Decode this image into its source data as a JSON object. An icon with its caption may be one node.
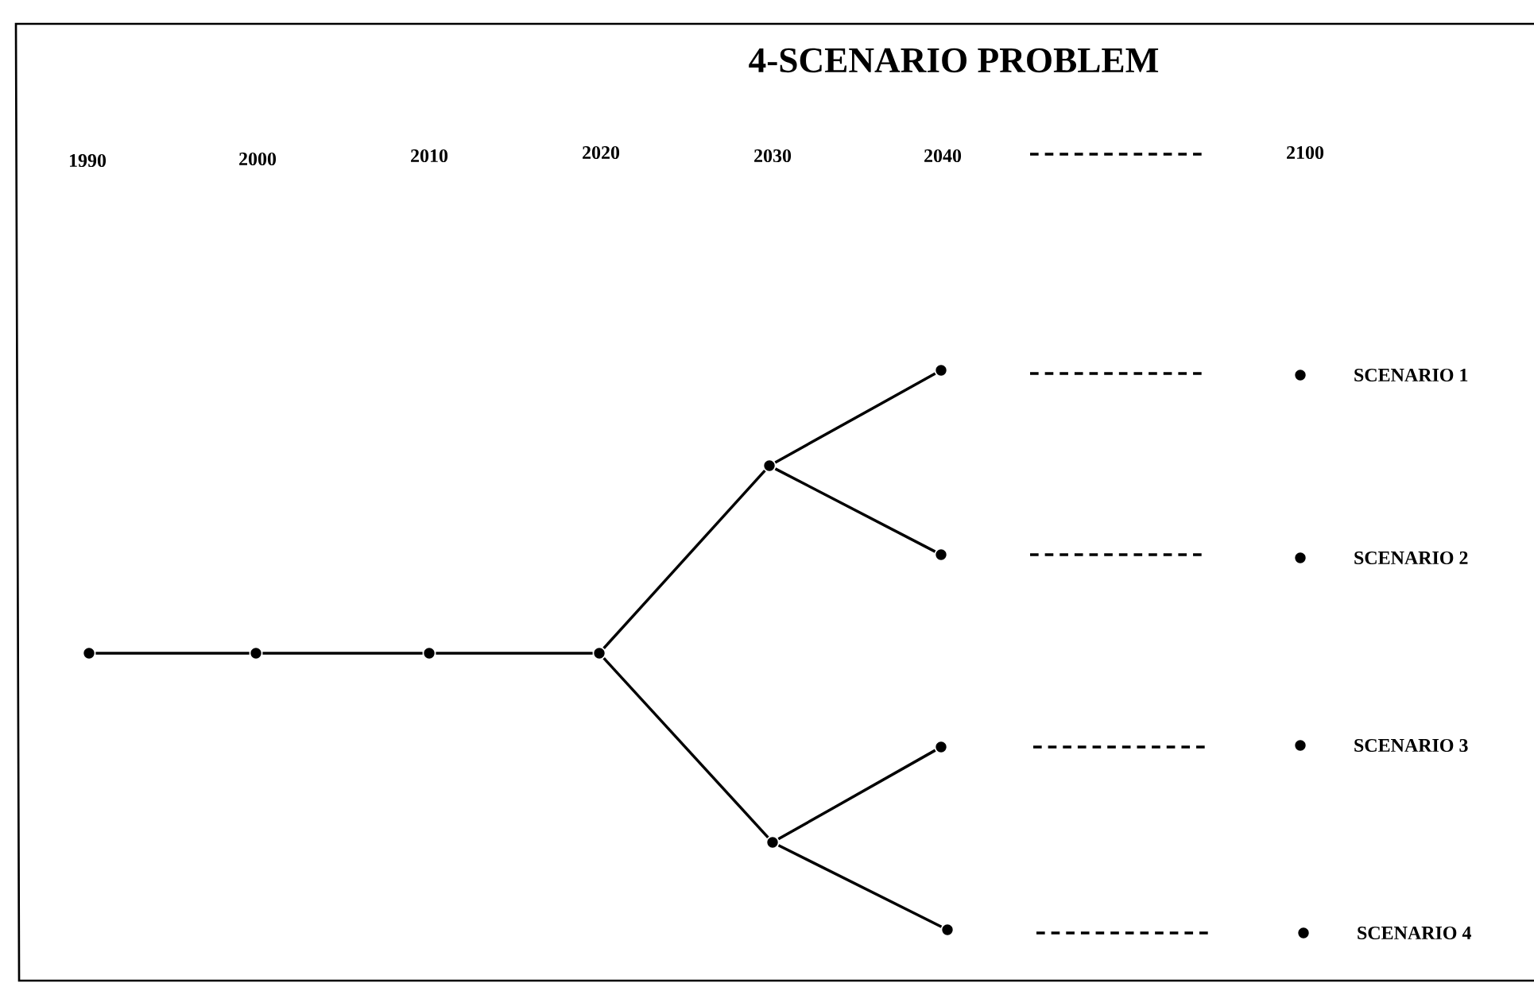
{
  "diagram": {
    "title": "4-SCENARIO PROBLEM",
    "nodes": [
      {
        "text": [],
        "shape": "circle"
      },
      {
        "text": [],
        "shape": "circle"
      },
      {
        "text": [],
        "shape": "circle"
      },
      {
        "text": [],
        "shape": "circle"
      },
      {
        "text": [],
        "shape": "circle"
      },
      {
        "text": [],
        "shape": "circle"
      },
      {
        "text": [],
        "shape": "circle"
      },
      {
        "text": [],
        "shape": "circle"
      },
      {
        "text": [],
        "shape": "circle"
      },
      {
        "text": [],
        "shape": "circle"
      },
      {
        "text": [],
        "shape": "circle",
        "beside": [
          "SCENARIO 1"
        ]
      },
      {
        "text": [],
        "shape": "circle",
        "beside": [
          "SCENARIO 2"
        ]
      },
      {
        "text": [],
        "shape": "circle",
        "beside": [
          "SCENARIO 3"
        ]
      },
      {
        "text": [],
        "shape": "circle",
        "beside": [
          "SCENARIO 4"
        ]
      }
    ],
    "edges": [
      {
        "from": 0,
        "to": 1,
        "arrow": "none"
      },
      {
        "from": 1,
        "to": 2,
        "arrow": "none"
      },
      {
        "from": 2,
        "to": 3,
        "arrow": "none"
      },
      {
        "from": 3,
        "to": 4,
        "arrow": "none"
      },
      {
        "from": 3,
        "to": 5,
        "arrow": "none"
      },
      {
        "from": 4,
        "to": 6,
        "arrow": "none"
      },
      {
        "from": 4,
        "to": 7,
        "arrow": "none"
      },
      {
        "from": 5,
        "to": 8,
        "arrow": "none"
      },
      {
        "from": 5,
        "to": 9,
        "arrow": "none"
      }
    ],
    "labels": [
      "1990",
      "2000",
      "2010",
      "2020",
      "2030",
      "2040",
      "2100"
    ]
  }
}
